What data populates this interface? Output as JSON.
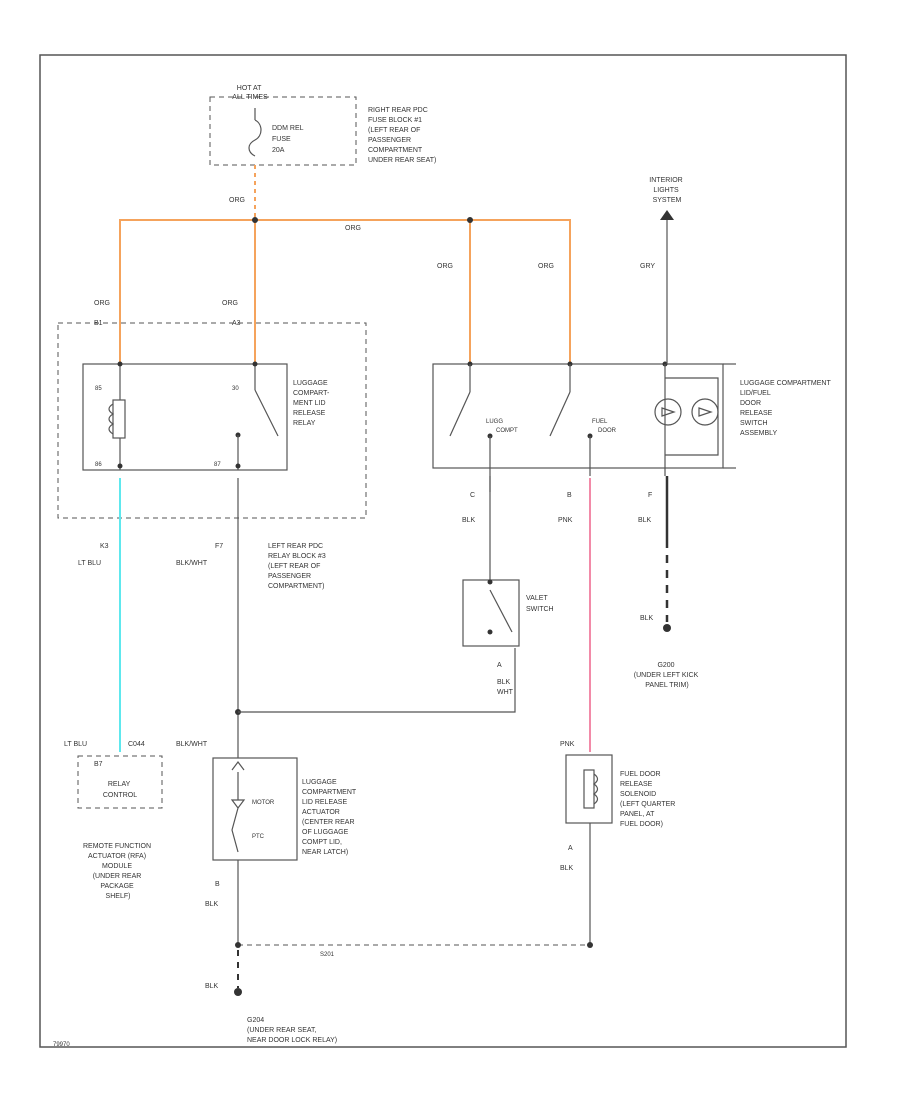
{
  "colors": {
    "org": "#f5a35c",
    "ltblu": "#5ee8ee",
    "pnk": "#f28aa8",
    "wire": "#555555",
    "frame": "#555555"
  },
  "fuse_block": {
    "hot": [
      "HOT AT",
      "ALL TIMES"
    ],
    "fuse": [
      "DDM REL",
      "FUSE",
      "20A"
    ],
    "description": [
      "RIGHT REAR PDC",
      "FUSE BLOCK #1",
      "(LEFT REAR OF",
      "PASSENGER",
      "COMPARTMENT",
      "UNDER REAR SEAT)"
    ]
  },
  "wire_labels": {
    "org_top": "ORG",
    "org_mid": "ORG",
    "org_left": "ORG",
    "org_relay": "ORG",
    "org_sw1": "ORG",
    "org_sw2": "ORG",
    "gry": "GRY",
    "blk_c": "BLK",
    "pnk_b": "PNK",
    "blk_f": "BLK",
    "blk_ground_right": "BLK",
    "ltblu_left": "LT BLU",
    "blkwht_mid": "BLK/WHT",
    "blkwht_lower": "BLK/WHT",
    "ltblu_lower": "LT BLU",
    "pnk_lower": "PNK",
    "blk_a": "BLK",
    "blk_8": "BLK",
    "blk_bottom": "BLK",
    "splice": "S201",
    "blk_wht_valet": [
      "BLK",
      "WHT"
    ]
  },
  "terminals": {
    "relay_b1": "B1",
    "relay_a3": "A3",
    "relay_d5": "85",
    "relay_d1": "30",
    "relay_86": "86",
    "relay_87": "87",
    "relay_k3": "K3",
    "relay_f7": "F7",
    "switch_c": "C",
    "switch_b": "B",
    "switch_f": "F",
    "valet_a": "A",
    "rfa_b7": "B7",
    "rfa_c44": "C044",
    "actuator_b": "B",
    "solenoid_a": "A"
  },
  "relay": {
    "name": [
      "LUGGAGE",
      "COMPART-",
      "MENT LID",
      "RELEASE",
      "RELAY"
    ],
    "location": [
      "LEFT REAR PDC",
      "RELAY BLOCK #3",
      "(LEFT REAR OF",
      "PASSENGER",
      "COMPARTMENT)"
    ]
  },
  "switch_assembly": {
    "lugg_label": [
      "LUGG",
      "COMPT"
    ],
    "fuel_label": [
      "FUEL",
      "DOOR"
    ],
    "name": [
      "LUGGAGE COMPARTMENT",
      "LID/FUEL",
      "DOOR",
      "RELEASE",
      "SWITCH",
      "ASSEMBLY"
    ]
  },
  "interior_lights": [
    "INTERIOR",
    "LIGHTS",
    "SYSTEM"
  ],
  "valet_switch": [
    "VALET",
    "SWITCH"
  ],
  "ground_right": [
    "G200",
    "(UNDER LEFT KICK",
    "PANEL TRIM)"
  ],
  "rfa_module": {
    "box": [
      "RELAY",
      "CONTROL"
    ],
    "name": [
      "REMOTE FUNCTION",
      "ACTUATOR (RFA)",
      "MODULE",
      "(UNDER REAR",
      "PACKAGE",
      "SHELF)"
    ]
  },
  "actuator": {
    "motor": "MOTOR",
    "ptc": "PTC",
    "name": [
      "LUGGAGE",
      "COMPARTMENT",
      "LID RELEASE",
      "ACTUATOR",
      "(CENTER REAR",
      "OF LUGGAGE",
      "COMPT LID,",
      "NEAR LATCH)"
    ]
  },
  "solenoid": {
    "name": [
      "FUEL DOOR",
      "RELEASE",
      "SOLENOID",
      "(LEFT QUARTER",
      "PANEL, AT",
      "FUEL DOOR)"
    ]
  },
  "ground_bottom": [
    "G204",
    "(UNDER REAR SEAT,",
    "NEAR DOOR LOCK RELAY)"
  ],
  "figure_number": "79970"
}
